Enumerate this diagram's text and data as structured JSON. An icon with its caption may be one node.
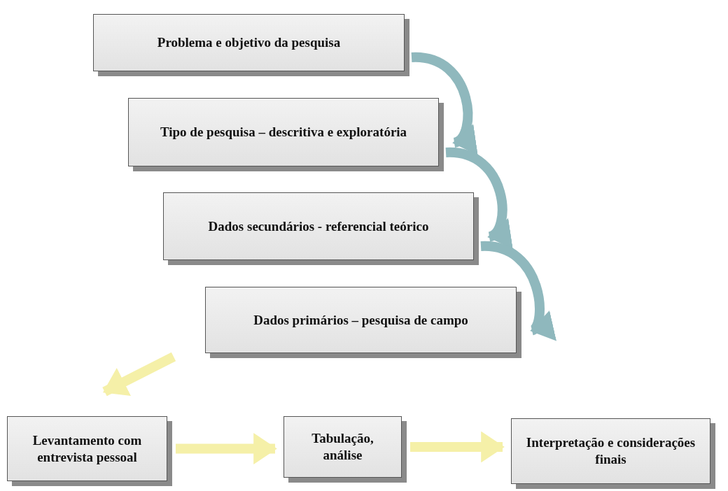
{
  "diagram": {
    "nodes": [
      {
        "text": [
          "Problema e objetivo da pesquisa"
        ]
      },
      {
        "text": [
          "Tipo de pesquisa – descritiva e exploratória"
        ]
      },
      {
        "text": [
          "Dados secundários - referencial teórico"
        ]
      },
      {
        "text": [
          "Dados primários – pesquisa de campo"
        ]
      },
      {
        "text": [
          "Levantamento com entrevista pessoal"
        ]
      },
      {
        "text": [
          "Tabulação, análise"
        ]
      },
      {
        "text": [
          "Interpretação e considerações finais"
        ]
      }
    ],
    "edges": [
      {
        "from": 0,
        "to": 1,
        "arrow": "to"
      },
      {
        "from": 1,
        "to": 2,
        "arrow": "to"
      },
      {
        "from": 2,
        "to": 3,
        "arrow": "to"
      },
      {
        "from": 3,
        "to": 4,
        "arrow": "to",
        "color": "#f5f0a8"
      },
      {
        "from": 4,
        "to": 5,
        "arrow": "to",
        "color": "#f5f0a8"
      },
      {
        "from": 5,
        "to": 6,
        "arrow": "to",
        "color": "#f5f0a8"
      }
    ]
  }
}
